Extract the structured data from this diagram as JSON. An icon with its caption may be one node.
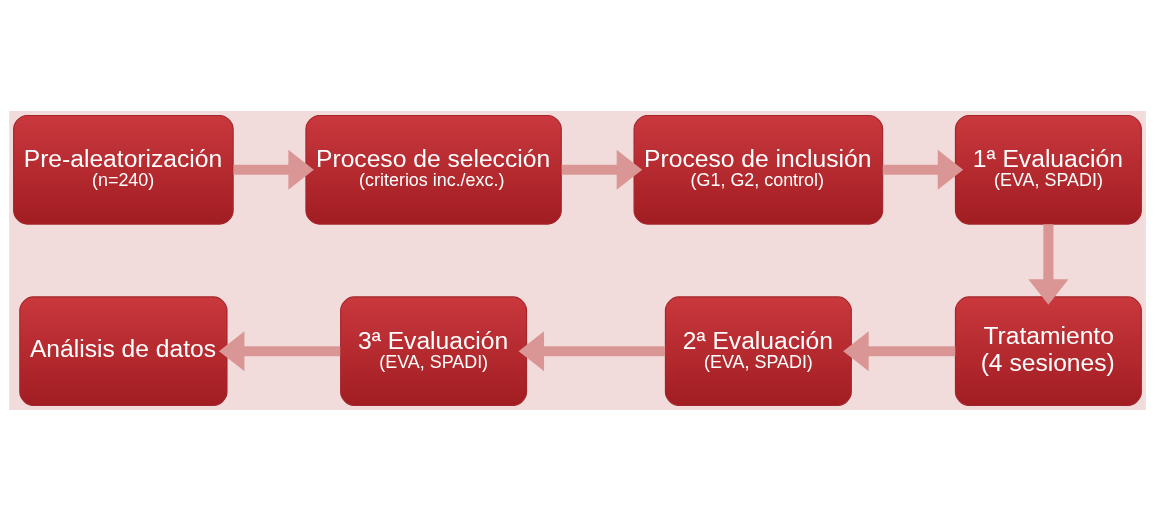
{
  "diagram": {
    "nodes": [
      {
        "text": [
          "Pre-aleatorización",
          "(n=240)"
        ]
      },
      {
        "text": [
          "Proceso de selección",
          "(criterios inc./exc.)"
        ]
      },
      {
        "text": [
          "Proceso de inclusión",
          "(G1, G2, control)"
        ]
      },
      {
        "text": [
          "1ª Evaluación",
          "(EVA, SPADI)"
        ]
      },
      {
        "text": [
          "Tratamiento",
          "(4 sesiones)"
        ]
      },
      {
        "text": [
          "2ª Evaluación",
          "(EVA, SPADI)"
        ]
      },
      {
        "text": [
          "3ª Evaluación",
          "(EVA, SPADI)"
        ]
      },
      {
        "text": [
          "Análisis de datos"
        ]
      }
    ],
    "edges": [
      {
        "from": 0,
        "to": 1,
        "arrow": "to"
      },
      {
        "from": 1,
        "to": 2,
        "arrow": "to"
      },
      {
        "from": 2,
        "to": 3,
        "arrow": "to"
      },
      {
        "from": 3,
        "to": 4,
        "arrow": "to"
      },
      {
        "from": 4,
        "to": 5,
        "arrow": "to"
      },
      {
        "from": 5,
        "to": 6,
        "arrow": "to"
      },
      {
        "from": 6,
        "to": 7,
        "arrow": "to"
      }
    ]
  }
}
